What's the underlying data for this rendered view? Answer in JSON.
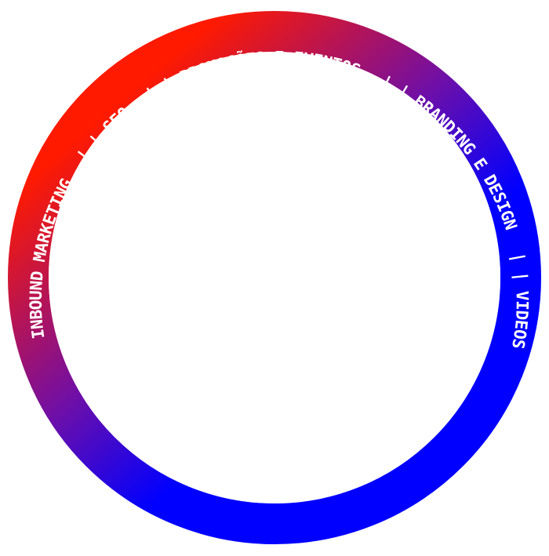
{
  "ring": {
    "segments": [
      "INBOUND MARKETING",
      "| | SEO",
      "| | PROMOÇÕES E EVENTOS",
      "| | BRANDING E DESIGN",
      "| | VIDEOS"
    ],
    "colors": {
      "gradient_start": "#ff1a00",
      "gradient_middle": "#6e0fa8",
      "gradient_end": "#0000ff",
      "text": "#ffffff"
    }
  }
}
